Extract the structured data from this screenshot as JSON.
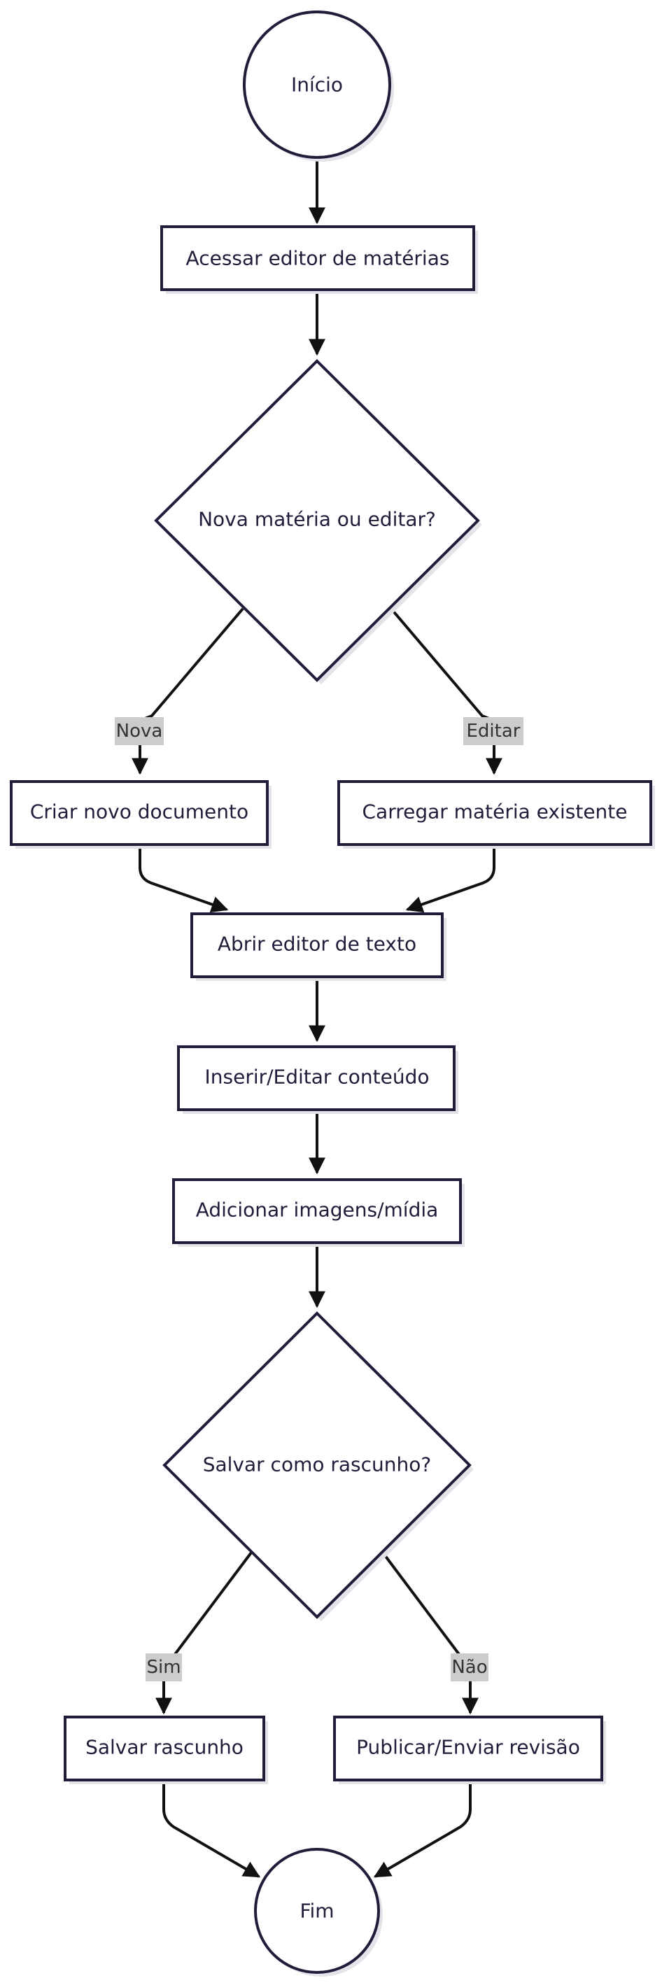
{
  "diagram": {
    "type": "flowchart",
    "nodes": {
      "inicio": "Início",
      "acessar": "Acessar editor de matérias",
      "decisao_nova": "Nova matéria ou editar?",
      "criar": "Criar novo documento",
      "carregar": "Carregar matéria existente",
      "abrir": "Abrir editor de texto",
      "inserir": "Inserir/Editar conteúdo",
      "adicionar": "Adicionar imagens/mídia",
      "decisao_salvar": "Salvar como rascunho?",
      "salvar": "Salvar rascunho",
      "publicar": "Publicar/Enviar revisão",
      "fim": "Fim"
    },
    "edge_labels": {
      "nova": "Nova",
      "editar": "Editar",
      "sim": "Sim",
      "nao": "Não"
    },
    "edges": [
      {
        "from": "inicio",
        "to": "acessar"
      },
      {
        "from": "acessar",
        "to": "decisao_nova"
      },
      {
        "from": "decisao_nova",
        "to": "criar",
        "label": "Nova"
      },
      {
        "from": "decisao_nova",
        "to": "carregar",
        "label": "Editar"
      },
      {
        "from": "criar",
        "to": "abrir"
      },
      {
        "from": "carregar",
        "to": "abrir"
      },
      {
        "from": "abrir",
        "to": "inserir"
      },
      {
        "from": "inserir",
        "to": "adicionar"
      },
      {
        "from": "adicionar",
        "to": "decisao_salvar"
      },
      {
        "from": "decisao_salvar",
        "to": "salvar",
        "label": "Sim"
      },
      {
        "from": "decisao_salvar",
        "to": "publicar",
        "label": "Não"
      },
      {
        "from": "salvar",
        "to": "fim"
      },
      {
        "from": "publicar",
        "to": "fim"
      }
    ],
    "colors": {
      "node_stroke": "#1f1d3a",
      "edge": "#111111",
      "label_background": "#cccccc"
    }
  }
}
